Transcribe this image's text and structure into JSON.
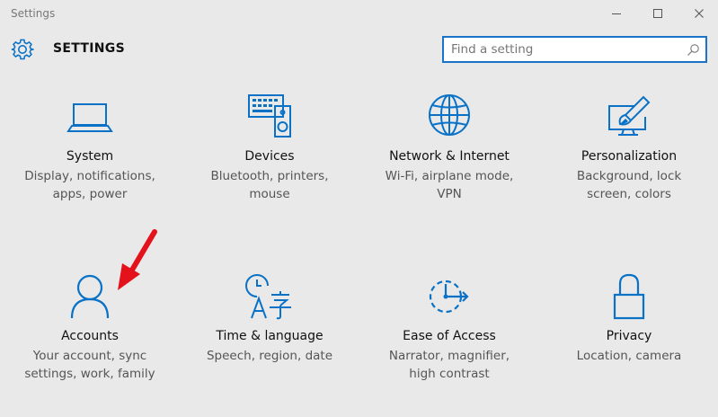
{
  "window": {
    "title": "Settings",
    "controls": [
      "minimize",
      "maximize",
      "close"
    ]
  },
  "header": {
    "title": "SETTINGS",
    "icon": "gear-icon"
  },
  "search": {
    "placeholder": "Find a setting",
    "value": "",
    "icon": "search-icon"
  },
  "colors": {
    "accent": "#0a72c6",
    "annotation_arrow": "#e3121b",
    "background": "#e9e9e9"
  },
  "categories": [
    {
      "name": "System",
      "desc1": "Display, notifications,",
      "desc2": "apps, power",
      "icon": "laptop-icon"
    },
    {
      "name": "Devices",
      "desc1": "Bluetooth, printers,",
      "desc2": "mouse",
      "icon": "keyboard-speaker-icon"
    },
    {
      "name": "Network & Internet",
      "desc1": "Wi-Fi, airplane mode,",
      "desc2": "VPN",
      "icon": "globe-icon"
    },
    {
      "name": "Personalization",
      "desc1": "Background, lock",
      "desc2": "screen, colors",
      "icon": "paintbrush-monitor-icon"
    },
    {
      "name": "Accounts",
      "desc1": "Your account, sync",
      "desc2": "settings, work, family",
      "icon": "person-icon"
    },
    {
      "name": "Time & language",
      "desc1": "Speech, region, date",
      "desc2": "",
      "icon": "clock-language-icon"
    },
    {
      "name": "Ease of Access",
      "desc1": "Narrator, magnifier,",
      "desc2": "high contrast",
      "icon": "ease-of-access-icon"
    },
    {
      "name": "Privacy",
      "desc1": "Location, camera",
      "desc2": "",
      "icon": "padlock-icon"
    }
  ]
}
